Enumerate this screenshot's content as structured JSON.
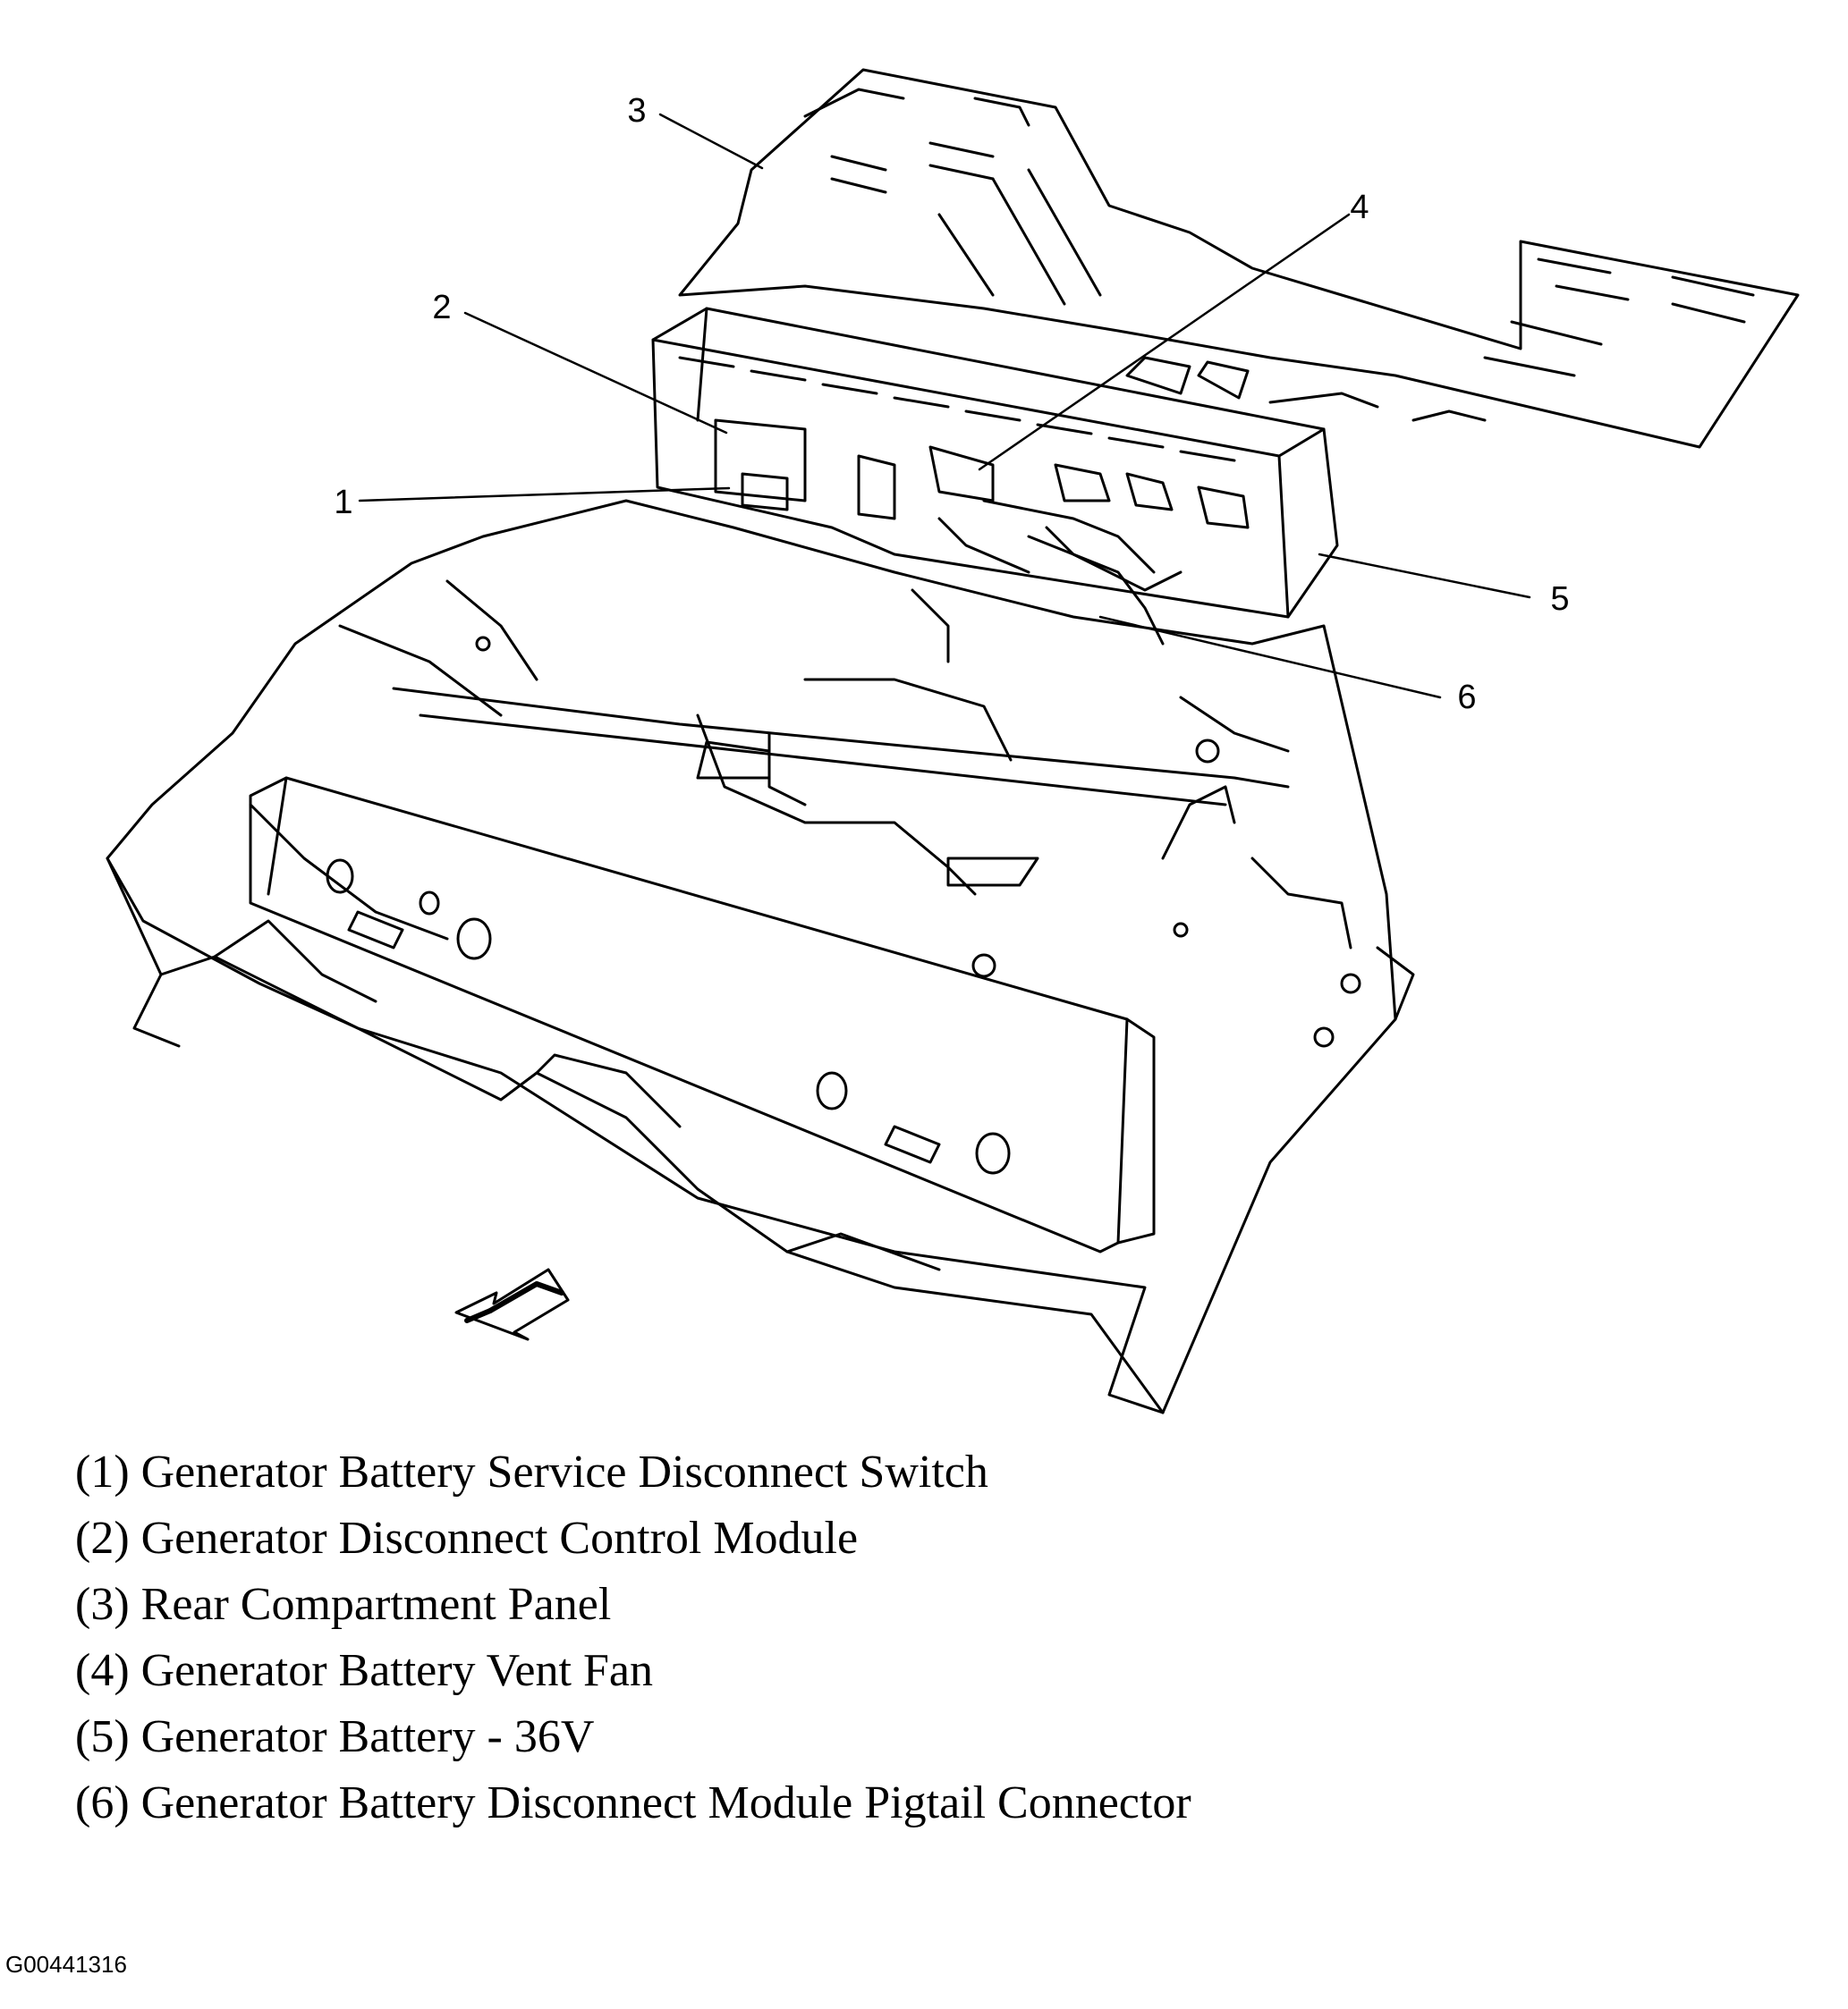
{
  "diagram": {
    "callouts": [
      {
        "number": "1"
      },
      {
        "number": "2"
      },
      {
        "number": "3"
      },
      {
        "number": "4"
      },
      {
        "number": "5"
      },
      {
        "number": "6"
      }
    ],
    "direction_arrow_icon": "front-direction-arrow-icon"
  },
  "legend": [
    "(1) Generator Battery Service Disconnect Switch",
    "(2) Generator Disconnect Control Module",
    "(3) Rear Compartment Panel",
    "(4) Generator Battery Vent Fan",
    "(5) Generator Battery - 36V",
    "(6) Generator Battery Disconnect Module Pigtail Connector"
  ],
  "figure_id": "G00441316"
}
